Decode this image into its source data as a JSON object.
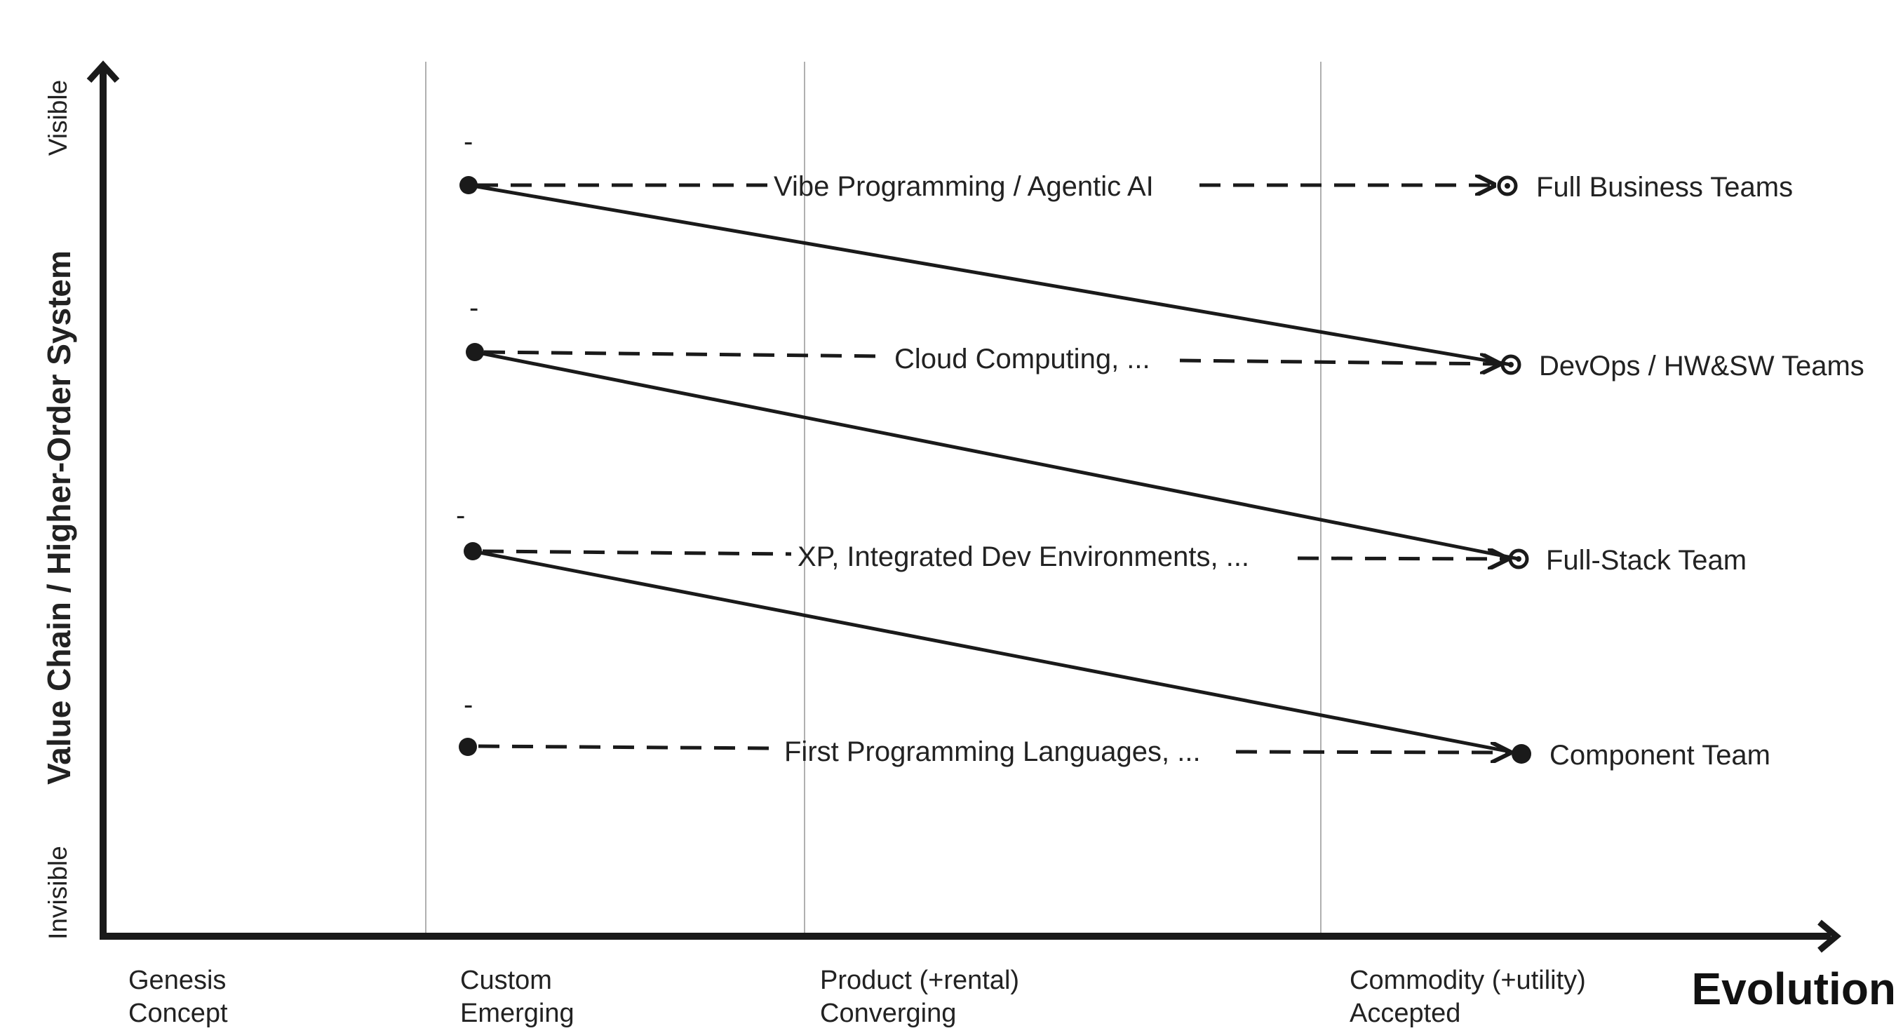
{
  "axes": {
    "y_title": "Value Chain / Higher-Order System",
    "y_top": "Visible",
    "y_bottom": "Invisible",
    "x_title": "Evolution"
  },
  "stages": [
    {
      "line1": "Genesis",
      "line2": "Concept"
    },
    {
      "line1": "Custom",
      "line2": "Emerging"
    },
    {
      "line1": "Product (+rental)",
      "line2": "Converging"
    },
    {
      "line1": "Commodity (+utility)",
      "line2": "Accepted"
    }
  ],
  "movements": [
    {
      "label": "Vibe Programming / Agentic AI",
      "start_marker": "-",
      "end_label": "Full Business Teams"
    },
    {
      "label": "Cloud Computing, ...",
      "start_marker": "-",
      "end_label": "DevOps / HW&SW Teams"
    },
    {
      "label": "XP, Integrated Dev Environments, ...",
      "start_marker": "-",
      "end_label": "Full-Stack Team"
    },
    {
      "label": "First Programming Languages, ...",
      "start_marker": "-",
      "end_label": "Component Team"
    }
  ],
  "colors": {
    "ink": "#1a1a1a",
    "grid": "#b0b0b0",
    "background": "#ffffff"
  }
}
